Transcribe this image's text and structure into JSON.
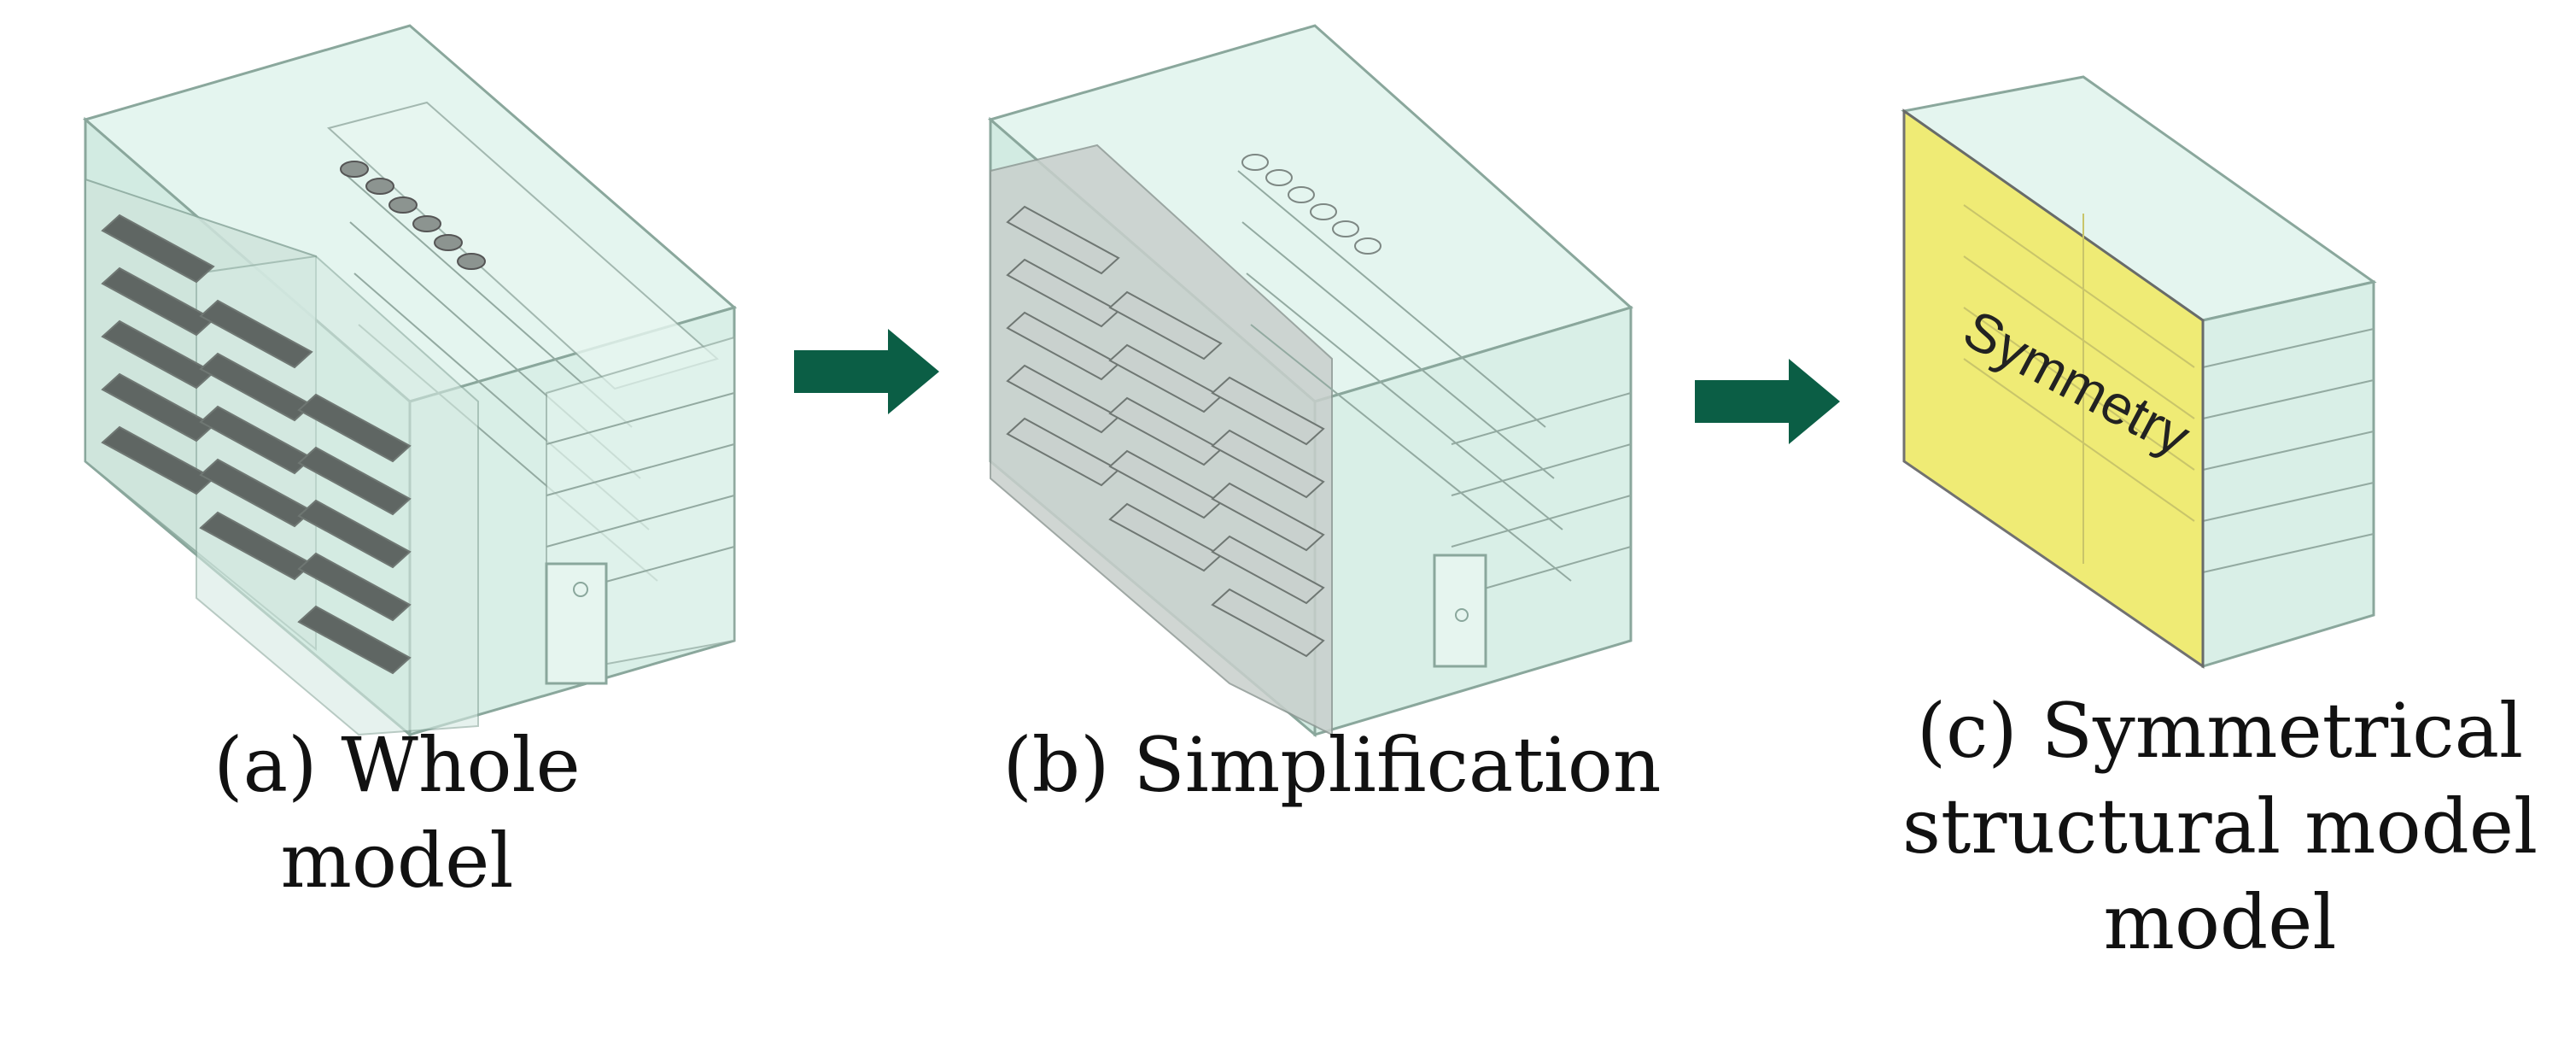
{
  "panels": [
    {
      "id": "a",
      "caption_lines": [
        "(a) Whole",
        "model"
      ],
      "shelf_fill": "#5f6663",
      "hatch_count": 6
    },
    {
      "id": "b",
      "caption_lines": [
        "(b) Simplification"
      ],
      "shelf_fill": "#c9d1ce",
      "hatch_count": 7
    },
    {
      "id": "c",
      "caption_lines": [
        "(c) Symmetrical",
        "structural model",
        "model"
      ],
      "symmetry_label": "Symmetry",
      "symmetry_fill": "#eeea6a"
    }
  ],
  "colors": {
    "box_fill": "#dff3ec",
    "box_stroke": "#8aa79c",
    "arrow": "#0b5e45",
    "inner_line": "#93aaa1"
  }
}
